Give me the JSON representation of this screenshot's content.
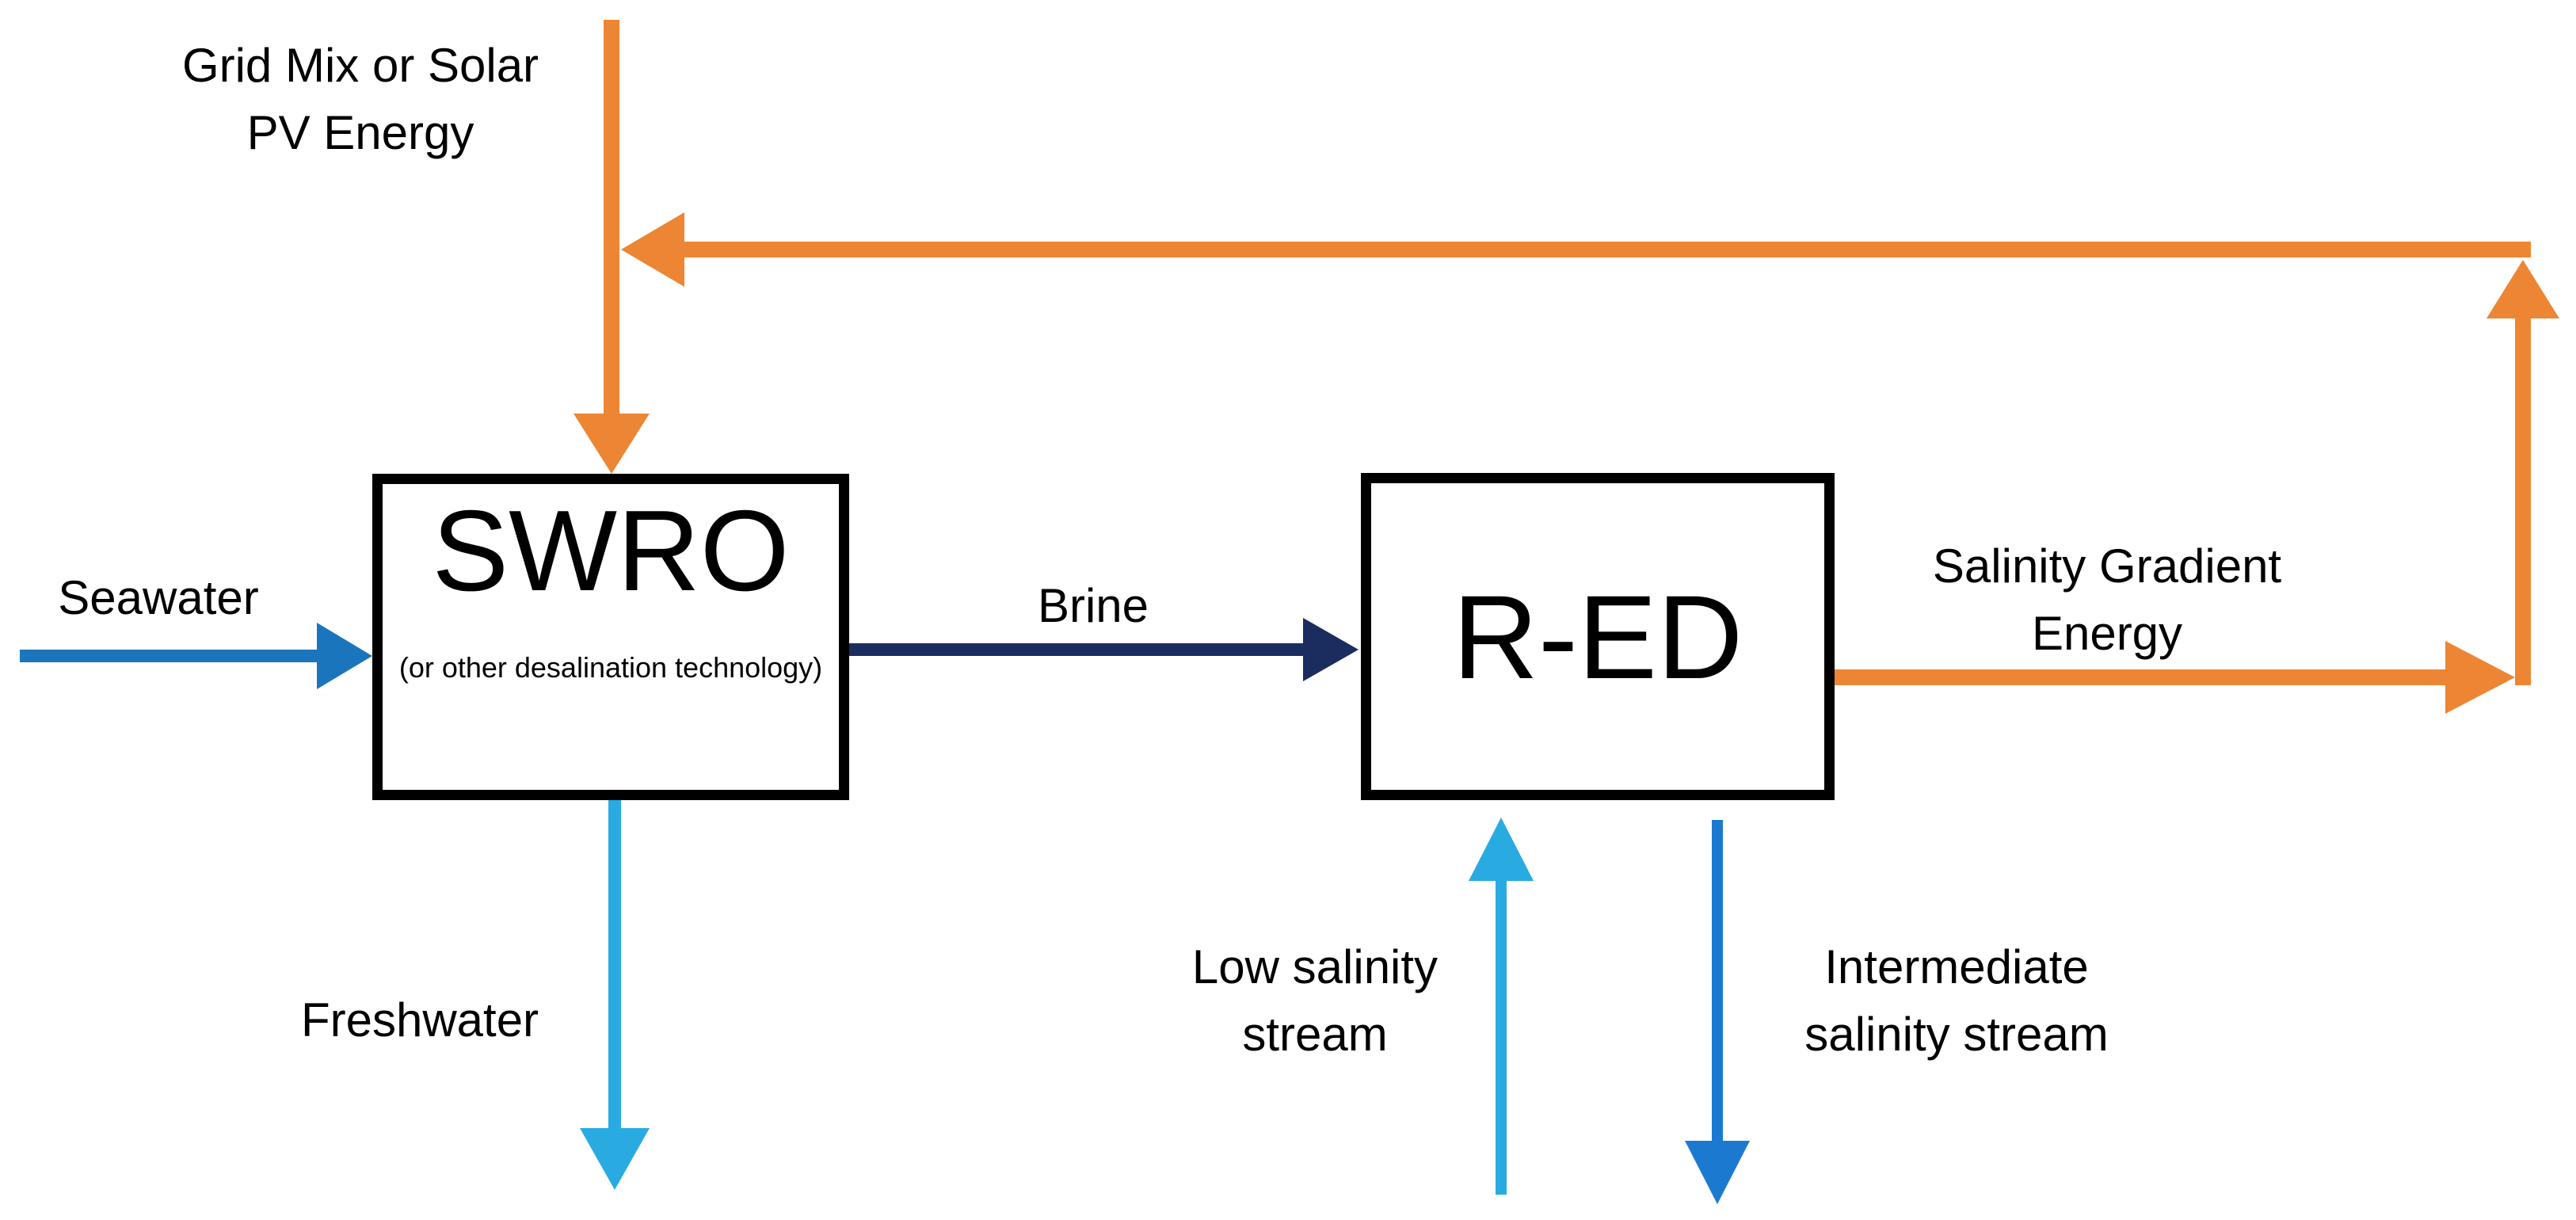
{
  "colors": {
    "energy": "#ED8634",
    "seawater": "#1B75BC",
    "brine": "#1B2D5F",
    "freshwater": "#29ABE2",
    "intermediate": "#1B7ACF",
    "ink": "#000000",
    "bg": "#FFFFFF"
  },
  "boxes": {
    "swro": {
      "title": "SWRO",
      "subtitle_line1": "(or other desalination",
      "subtitle_line2": "technology)"
    },
    "red": {
      "title": "R-ED"
    }
  },
  "labels": {
    "grid_energy_line1": "Grid Mix or Solar",
    "grid_energy_line2": "PV Energy",
    "seawater": "Seawater",
    "brine": "Brine",
    "salinity_gradient_line1": "Salinity Gradient",
    "salinity_gradient_line2": "Energy",
    "freshwater": "Freshwater",
    "low_salinity_line1": "Low salinity",
    "low_salinity_line2": "stream",
    "intermediate_line1": "Intermediate",
    "intermediate_line2": "salinity stream"
  }
}
